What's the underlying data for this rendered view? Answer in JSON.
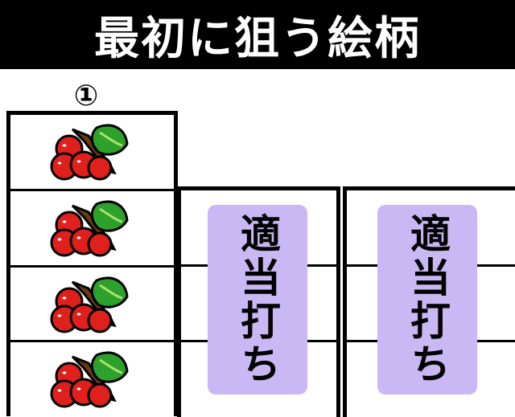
{
  "title": "最初に狙う絵柄",
  "reels": {
    "left": {
      "number": "①",
      "symbols": [
        "cherry-icon",
        "cherry-icon",
        "cherry-icon",
        "cherry-icon"
      ]
    },
    "center": {
      "label": "適当打ち"
    },
    "right": {
      "label": "適当打ち"
    }
  },
  "colors": {
    "title_bg": "#000000",
    "title_text": "#ffffff",
    "panel_bg": "#c9b8f3",
    "cherry_red": "#e0201c",
    "leaf_green": "#2ea02c"
  }
}
